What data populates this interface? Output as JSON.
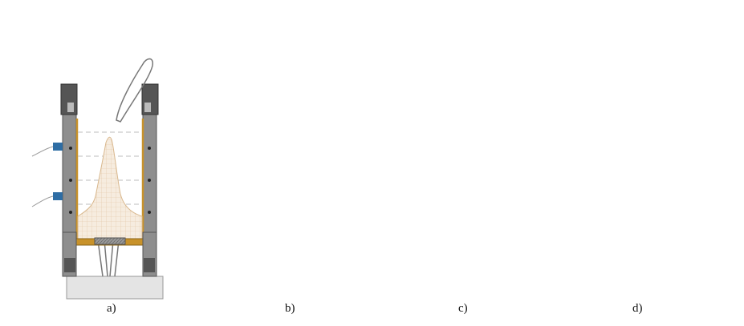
{
  "figure": {
    "panels": [
      {
        "id": "a",
        "caption": "a)"
      },
      {
        "id": "b",
        "caption": "b)"
      },
      {
        "id": "c",
        "caption": "c)"
      },
      {
        "id": "d",
        "caption": "d)"
      }
    ],
    "colors": {
      "frame": "#8c8c8c",
      "frame_dark": "#555555",
      "membrane": "#c8922a",
      "soil_fill": "#f3e6d6",
      "soil_grid": "#e3c9a8",
      "base": "#e6e6e6",
      "fitting": "#2e6da4",
      "layer_line": "#333333"
    }
  }
}
